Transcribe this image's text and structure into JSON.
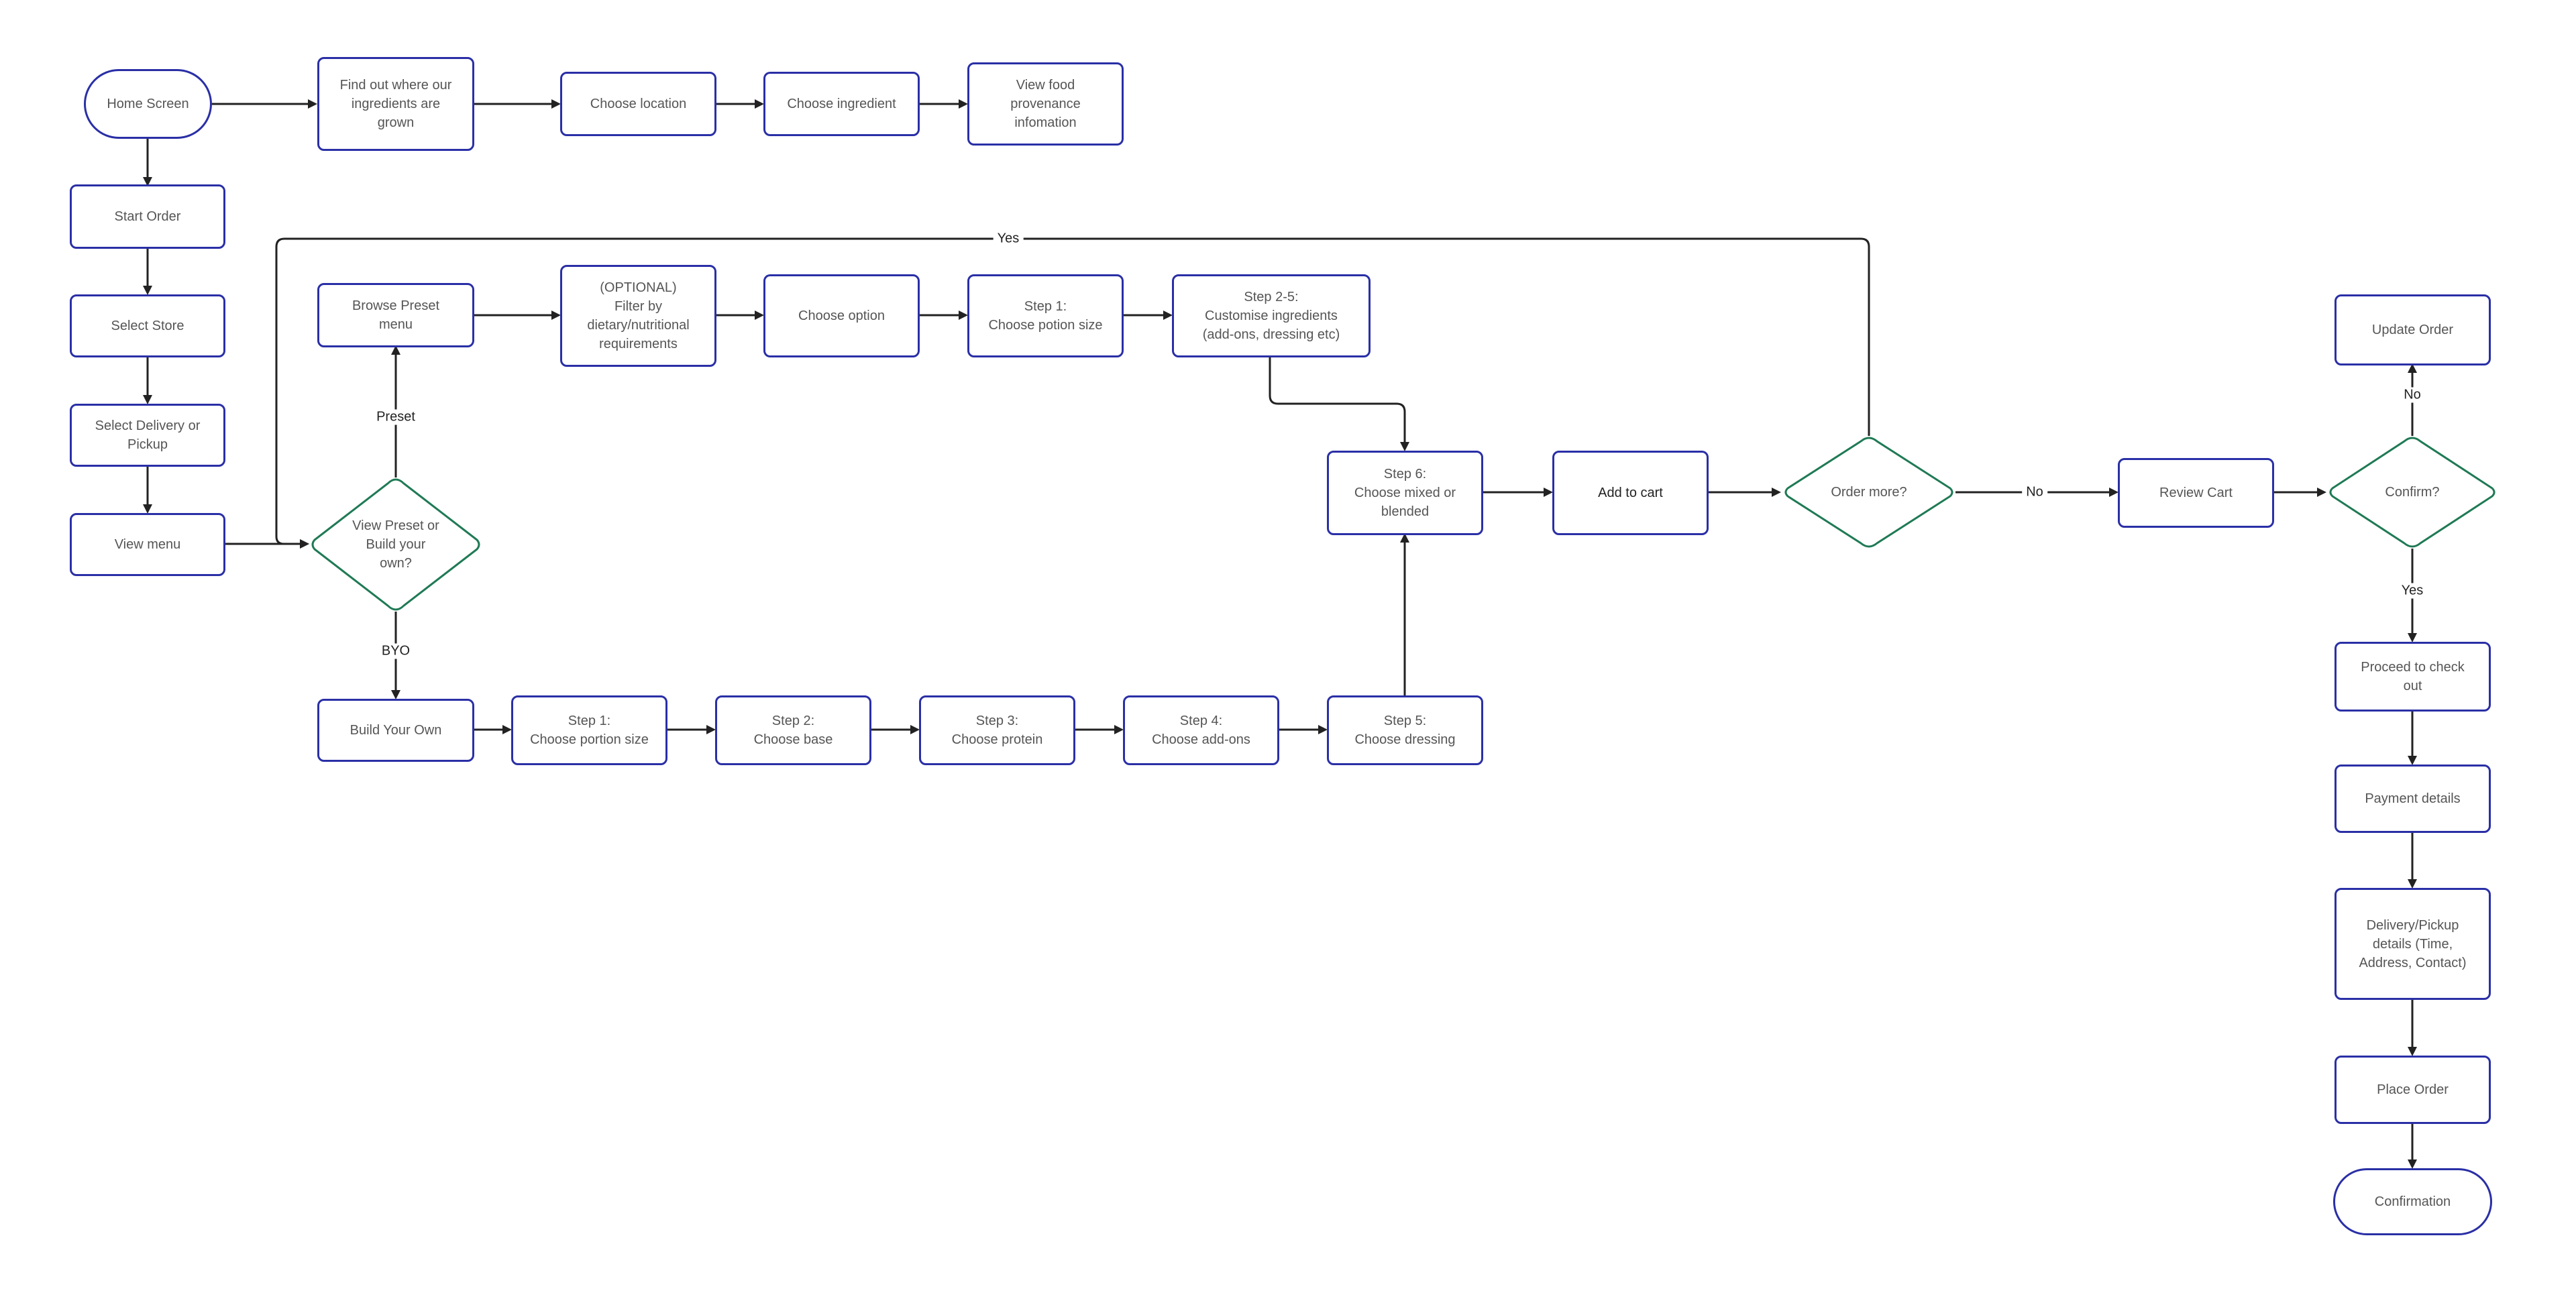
{
  "colors": {
    "box_border": "#2a2fa6",
    "decision_border": "#1f7a55",
    "edge": "#222222",
    "text": "#555555"
  },
  "nodes": {
    "home_screen": "Home Screen",
    "find_out": "Find out where our\ningredients are\ngrown",
    "choose_location": "Choose location",
    "choose_ingredient": "Choose ingredient",
    "view_provenance": "View food\nprovenance\ninfomation",
    "start_order": "Start Order",
    "select_store": "Select Store",
    "select_delivery": "Select Delivery or\nPickup",
    "view_menu": "View menu",
    "view_preset_or_byo": "View Preset or\nBuild your\nown?",
    "browse_preset": "Browse Preset\nmenu",
    "filter": "(OPTIONAL)\nFilter by\ndietary/nutritional\nrequirements",
    "choose_option": "Choose option",
    "preset_step1": "Step 1:\nChoose potion size",
    "preset_step2_5": "Step 2-5:\nCustomise ingredients\n(add-ons, dressing etc)",
    "step6": "Step 6:\nChoose mixed or\nblended",
    "add_to_cart": "Add to cart",
    "order_more": "Order more?",
    "review_cart": "Review Cart",
    "confirm": "Confirm?",
    "update_order": "Update Order",
    "build_your_own": "Build Your Own",
    "byo_step1": "Step 1:\nChoose portion size",
    "byo_step2": "Step 2:\nChoose base",
    "byo_step3": "Step 3:\nChoose protein",
    "byo_step4": "Step 4:\nChoose add-ons",
    "byo_step5": "Step 5:\nChoose dressing",
    "proceed_checkout": "Proceed to check\nout",
    "payment_details": "Payment details",
    "delivery_details": "Delivery/Pickup\ndetails (Time,\nAddress, Contact)",
    "place_order": "Place Order",
    "confirmation": "Confirmation"
  },
  "edge_labels": {
    "yes_loop": "Yes",
    "preset": "Preset",
    "byo": "BYO",
    "no_order_more": "No",
    "no_confirm": "No",
    "yes_confirm": "Yes"
  }
}
